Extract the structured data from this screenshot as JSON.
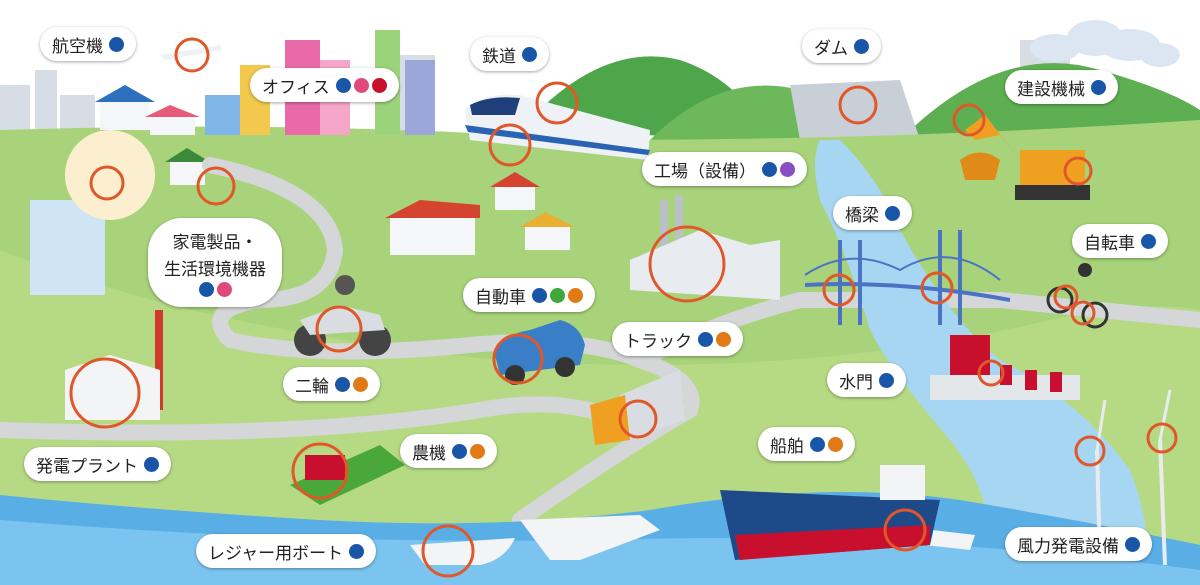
{
  "colors": {
    "blue": "#1a56a8",
    "pink": "#e04a7a",
    "red": "#c8102e",
    "green": "#3fa83a",
    "orange": "#e07a14",
    "purple": "#8a4fc0",
    "marker": "#e0582a"
  },
  "labels": [
    {
      "id": "aircraft",
      "text": "航空機",
      "dots": [
        "blue"
      ]
    },
    {
      "id": "office",
      "text": "オフィス",
      "dots": [
        "blue",
        "pink",
        "red"
      ]
    },
    {
      "id": "railway",
      "text": "鉄道",
      "dots": [
        "blue"
      ]
    },
    {
      "id": "dam",
      "text": "ダム",
      "dots": [
        "blue"
      ]
    },
    {
      "id": "construction",
      "text": "建設機械",
      "dots": [
        "blue"
      ]
    },
    {
      "id": "factory",
      "text": "工場（設備）",
      "dots": [
        "blue",
        "purple"
      ]
    },
    {
      "id": "bridge",
      "text": "橋梁",
      "dots": [
        "blue"
      ]
    },
    {
      "id": "bicycle",
      "text": "自転車",
      "dots": [
        "blue"
      ]
    },
    {
      "id": "appliance",
      "lines": [
        "家電製品・",
        "生活環境機器"
      ],
      "dots": [
        "blue",
        "pink"
      ]
    },
    {
      "id": "car",
      "text": "自動車",
      "dots": [
        "blue",
        "green",
        "orange"
      ]
    },
    {
      "id": "truck",
      "text": "トラック",
      "dots": [
        "blue",
        "orange"
      ]
    },
    {
      "id": "motorcycle",
      "text": "二輪",
      "dots": [
        "blue",
        "orange"
      ]
    },
    {
      "id": "floodgate",
      "text": "水門",
      "dots": [
        "blue"
      ]
    },
    {
      "id": "agri",
      "text": "農機",
      "dots": [
        "blue",
        "orange"
      ]
    },
    {
      "id": "ship",
      "text": "船舶",
      "dots": [
        "blue",
        "orange"
      ]
    },
    {
      "id": "powerplant",
      "text": "発電プラント",
      "dots": [
        "blue"
      ]
    },
    {
      "id": "boat",
      "text": "レジャー用ボート",
      "dots": [
        "blue"
      ]
    },
    {
      "id": "wind",
      "text": "風力発電設備",
      "dots": [
        "blue"
      ]
    }
  ]
}
